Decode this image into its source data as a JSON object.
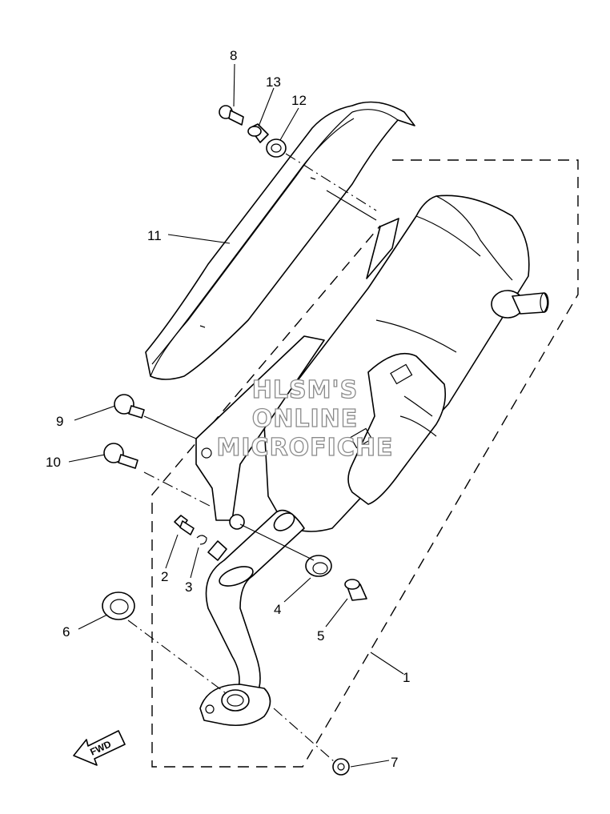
{
  "diagram": {
    "callouts": [
      {
        "id": "1",
        "label": "1"
      },
      {
        "id": "2",
        "label": "2"
      },
      {
        "id": "3",
        "label": "3"
      },
      {
        "id": "4",
        "label": "4"
      },
      {
        "id": "5",
        "label": "5"
      },
      {
        "id": "6",
        "label": "6"
      },
      {
        "id": "7",
        "label": "7"
      },
      {
        "id": "8",
        "label": "8"
      },
      {
        "id": "9",
        "label": "9"
      },
      {
        "id": "10",
        "label": "10"
      },
      {
        "id": "11",
        "label": "11"
      },
      {
        "id": "12",
        "label": "12"
      },
      {
        "id": "13",
        "label": "13"
      }
    ],
    "watermark": {
      "line1": "HLSM'S",
      "line2": "ONLINE",
      "line3": "MICROFICHE"
    },
    "direction_badge": "FWD"
  }
}
